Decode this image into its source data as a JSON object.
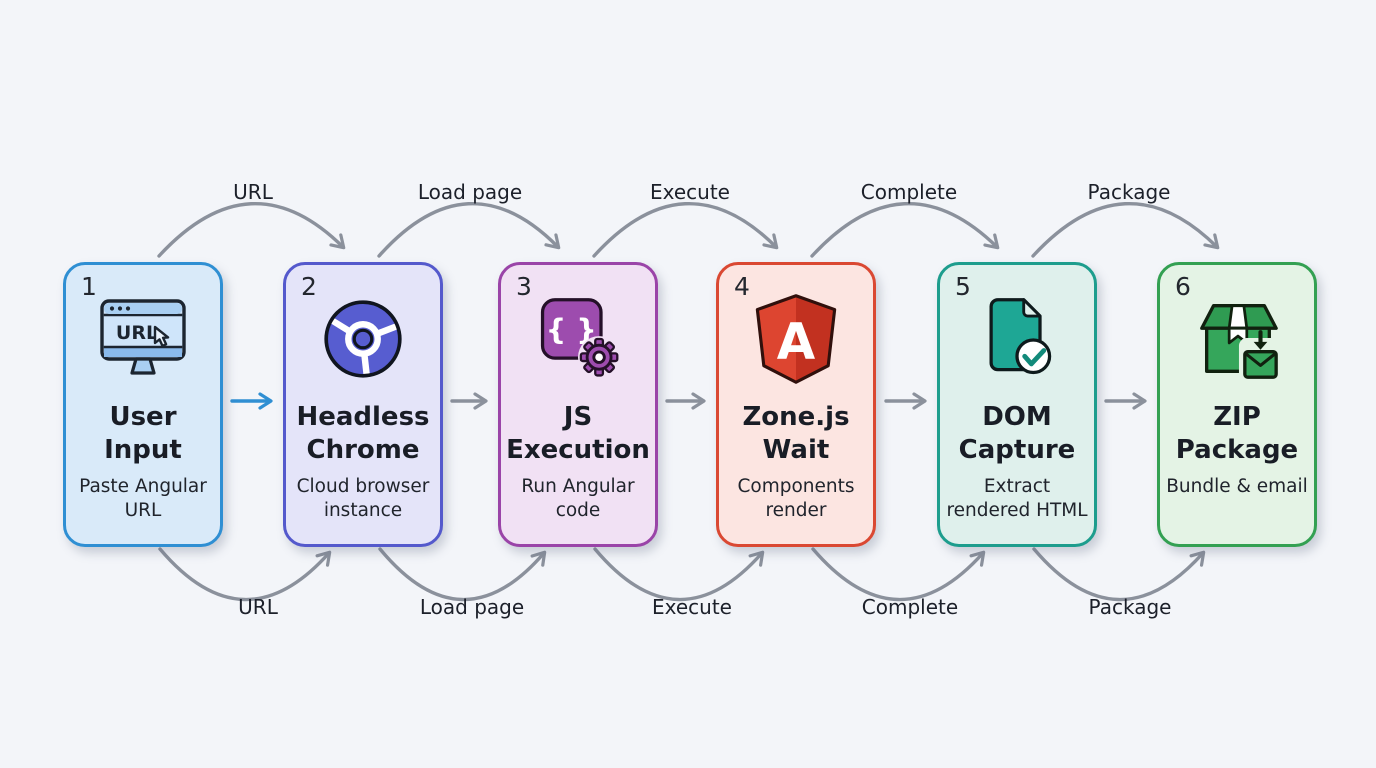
{
  "background": "#f3f5f9",
  "flow": {
    "arrow_color": "#8b919c",
    "first_connector_color": "#2f8fd3",
    "label_color": "#1c202a",
    "top_labels": [
      "URL",
      "Load page",
      "Execute",
      "Complete",
      "Package"
    ],
    "bottom_labels": [
      "URL",
      "Load page",
      "Execute",
      "Complete",
      "Package"
    ]
  },
  "steps": [
    {
      "number": "1",
      "title_lines": [
        "User",
        "Input"
      ],
      "subtitle": "Paste Angular URL",
      "icon": "monitor-url-icon",
      "bg": "#d9eaf9",
      "border": "#2f8fd3"
    },
    {
      "number": "2",
      "title_lines": [
        "Headless",
        "Chrome"
      ],
      "subtitle": "Cloud browser instance",
      "icon": "chrome-icon",
      "bg": "#e4e4f9",
      "border": "#5459cc"
    },
    {
      "number": "3",
      "title_lines": [
        "JS",
        "Execution"
      ],
      "subtitle": "Run Angular code",
      "icon": "code-gear-icon",
      "bg": "#f1e1f4",
      "border": "#9a44a8"
    },
    {
      "number": "4",
      "title_lines": [
        "Zone.js",
        "Wait"
      ],
      "subtitle": "Components render",
      "icon": "angular-shield-icon",
      "bg": "#fce5e1",
      "border": "#da4832"
    },
    {
      "number": "5",
      "title_lines": [
        "DOM",
        "Capture"
      ],
      "subtitle": "Extract rendered HTML",
      "icon": "document-check-icon",
      "bg": "#dff0ec",
      "border": "#1d9d8d"
    },
    {
      "number": "6",
      "title_lines": [
        "ZIP",
        "Package"
      ],
      "subtitle": "Bundle & email",
      "icon": "package-email-icon",
      "bg": "#e4f3e5",
      "border": "#33a052"
    }
  ]
}
